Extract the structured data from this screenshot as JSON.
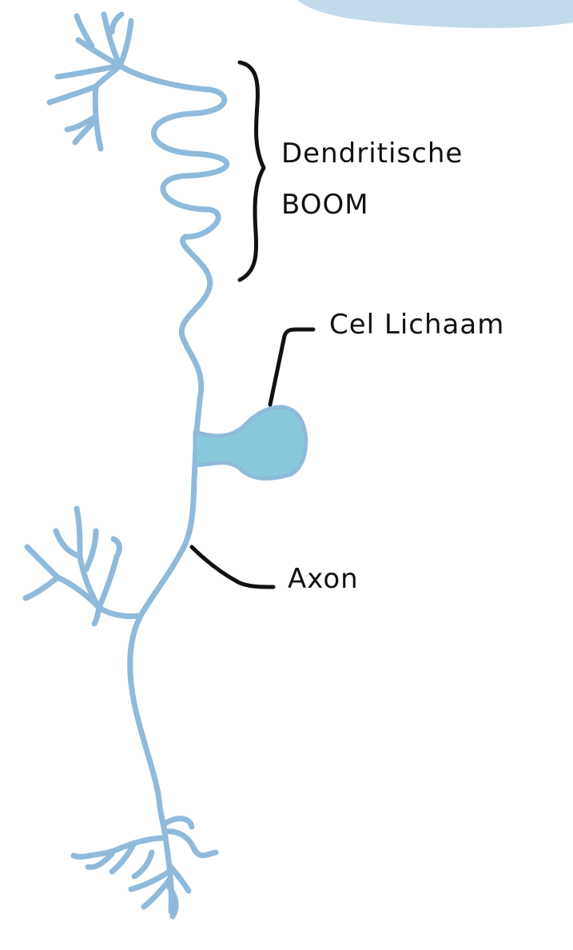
{
  "labels": {
    "dendritic_tree_line1": "Dendritische",
    "dendritic_tree_line2": "BOOM",
    "cell_body": "Cel Lichaam",
    "axon": "Axon"
  },
  "icons": {
    "neuron": "neuron-icon",
    "dendritic-bracket": "bracket-icon"
  },
  "colors": {
    "neuron_stroke": "#8fbadb",
    "cell_body_fill": "#89c9de",
    "label_text": "#111111",
    "corner_cloud": "#b9d4e8"
  }
}
